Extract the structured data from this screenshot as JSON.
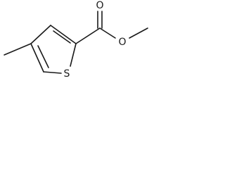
{
  "structure": {
    "atoms": {
      "ring_sulfur": "S",
      "carbonyl_oxygen": "O",
      "ester_oxygen": "O"
    }
  }
}
